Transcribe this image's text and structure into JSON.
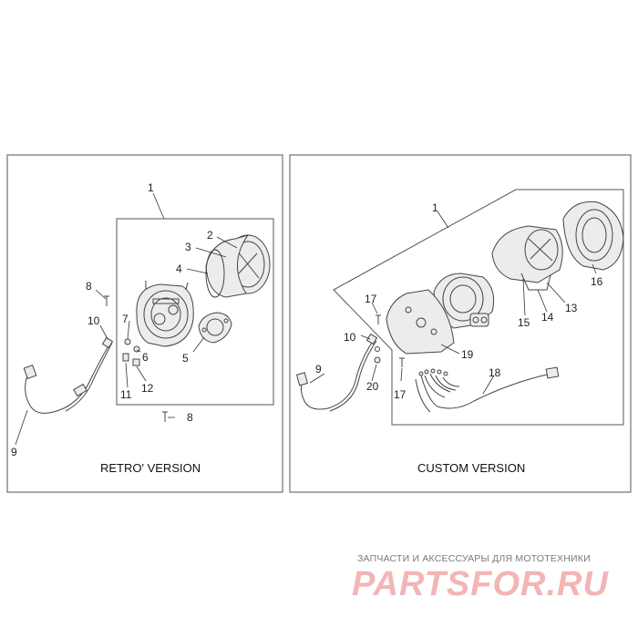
{
  "panels": {
    "retro": {
      "caption": "RETRO' VERSION",
      "callouts": [
        "1",
        "2",
        "3",
        "4",
        "5",
        "6",
        "7",
        "8",
        "8",
        "9",
        "10",
        "11",
        "12"
      ]
    },
    "custom": {
      "caption": "CUSTOM VERSION",
      "callouts": [
        "1",
        "9",
        "10",
        "13",
        "14",
        "15",
        "16",
        "17",
        "17",
        "18",
        "19",
        "20"
      ]
    }
  },
  "watermark": {
    "line1": "ЗАПЧАСТИ И АКСЕССУАРЫ ДЛЯ МОТОТЕХНИКИ",
    "logo": "PARTSFOR.RU"
  },
  "colors": {
    "line": "#444444",
    "watermark": "#f3b5b5"
  }
}
